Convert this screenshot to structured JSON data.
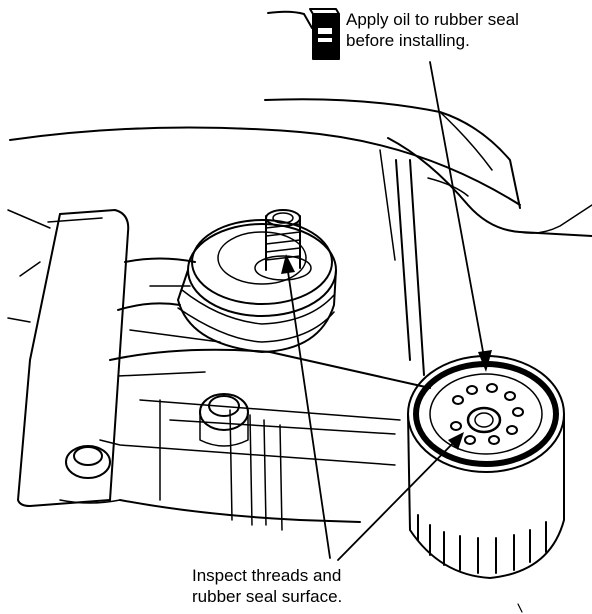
{
  "callouts": {
    "oil": {
      "line1": "Apply oil to rubber seal",
      "line2": "before installing."
    },
    "inspect": {
      "line1": "Inspect threads and",
      "line2": "rubber seal surface."
    }
  },
  "icons": {
    "oil_symbol": "oil-can-icon"
  },
  "colors": {
    "ink": "#000000",
    "paper": "#ffffff"
  }
}
